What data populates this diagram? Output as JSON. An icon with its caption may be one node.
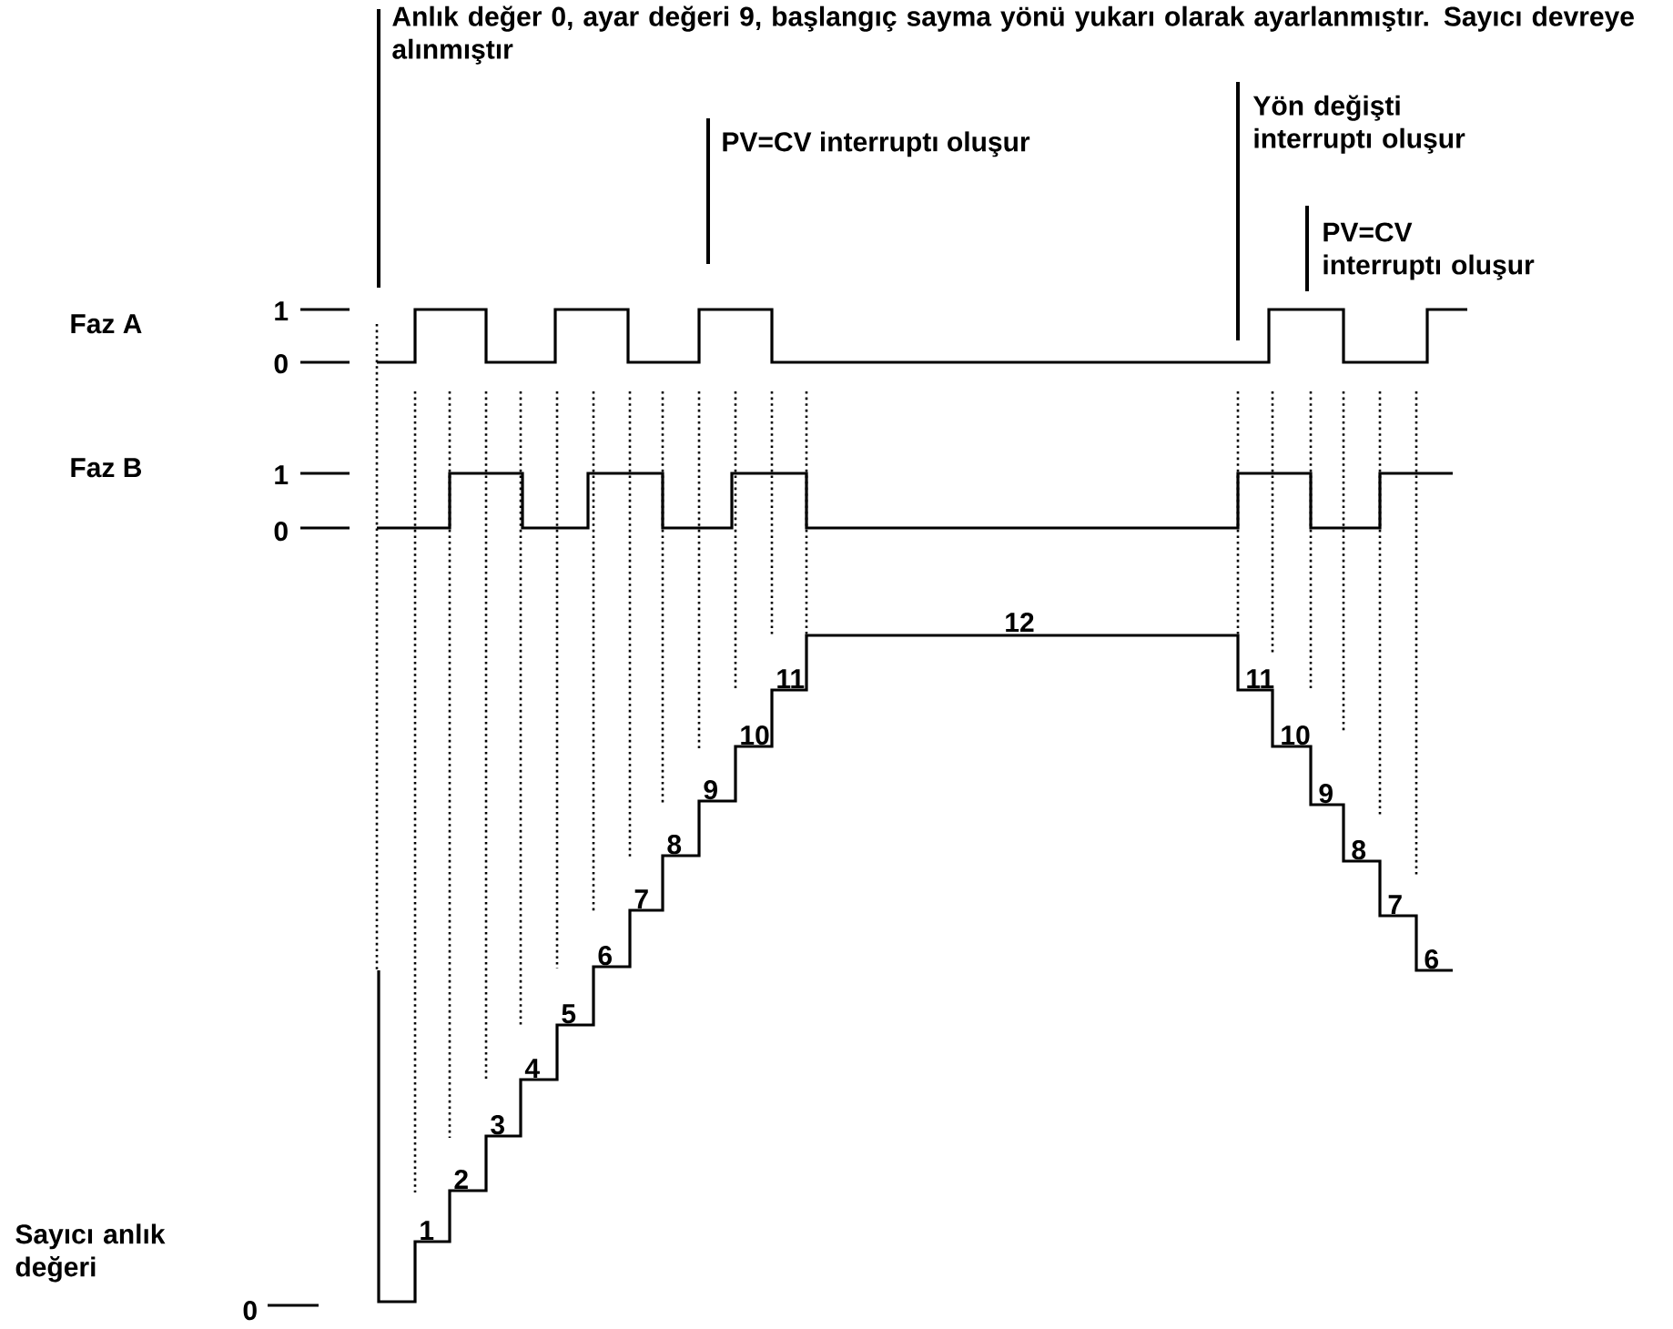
{
  "diagram": {
    "labels": [
      "Anlık değer 0, ayar değeri 9, başlangıç sayma yönü yukarı olarak ayarlanmıştır. Sayıcı devreye alınmıştır",
      "PV=CV interruptı oluşur",
      "Yön değişti interruptı oluşur",
      "PV=CV interruptı oluşur",
      "Faz A",
      "1",
      "0",
      "Faz B",
      "1",
      "0",
      "1",
      "2",
      "3",
      "4",
      "5",
      "6",
      "7",
      "8",
      "9",
      "10",
      "11",
      "12",
      "11",
      "10",
      "9",
      "8",
      "7",
      "6",
      "Sayıcı anlık değeri",
      "0"
    ]
  }
}
